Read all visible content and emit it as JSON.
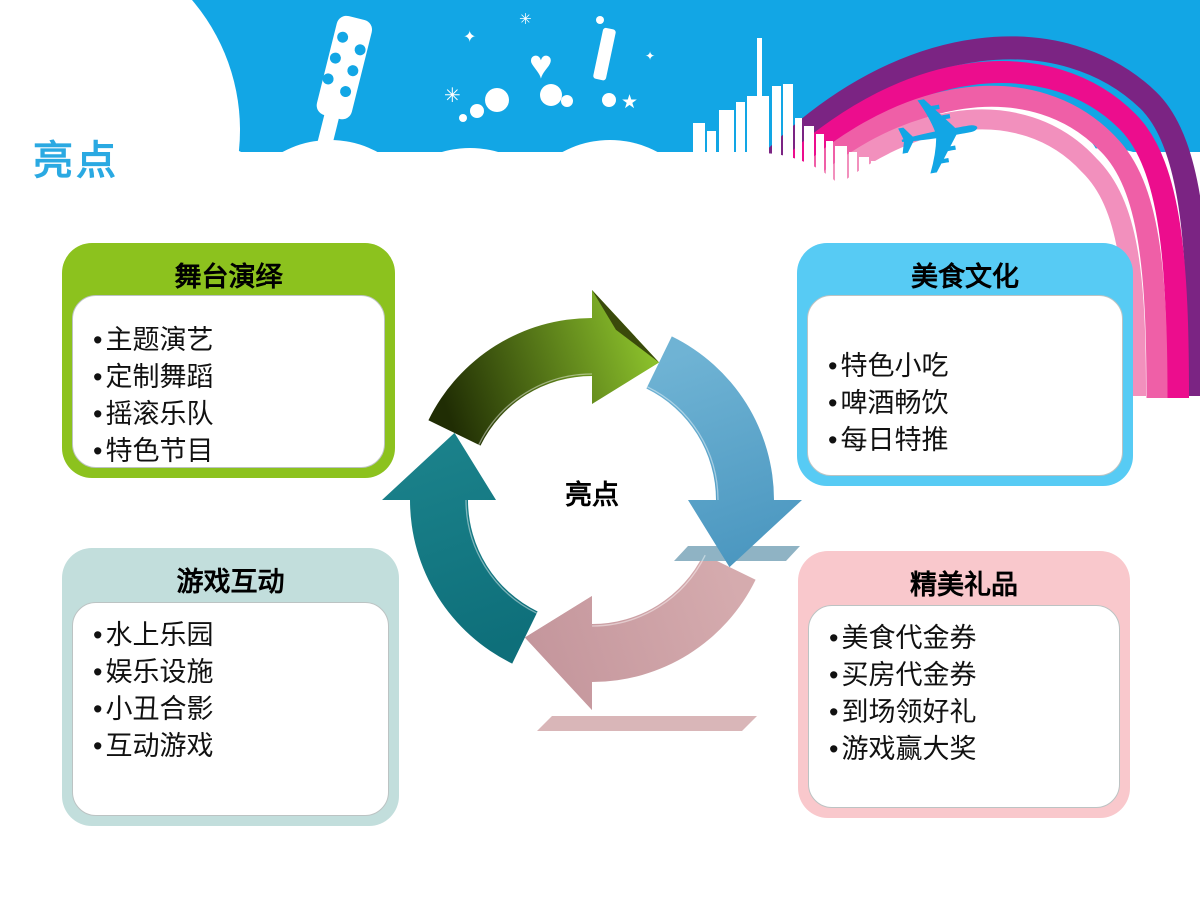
{
  "slide": {
    "title": "亮点",
    "title_color": "#2AA9E2",
    "background": "#FFFFFF"
  },
  "banner": {
    "sky_color": "#12A6E5",
    "rainbow_colors": [
      "#7B2483",
      "#EC0D8D",
      "#EF5FA7",
      "#F290BD"
    ],
    "glyphs": {
      "heart": "♥",
      "star": "★",
      "sparkle": "✳",
      "sparkle2": "✦",
      "plane": "✈"
    },
    "icons": [
      "cloud-icon",
      "guitar-icon",
      "heart-splash-icon",
      "city-skyline-icon",
      "airplane-icon",
      "rainbow-icon"
    ]
  },
  "diagram": {
    "center_label": "亮点",
    "arrows": [
      {
        "id": "stage",
        "tail_color": "#202D04",
        "head_color": "#8DC32C"
      },
      {
        "id": "food",
        "tail_color": "#6FB3D4",
        "head_color": "#4B97C0"
      },
      {
        "id": "gift",
        "tail_color": "#D5ABAE",
        "head_color": "#C4969C"
      },
      {
        "id": "game",
        "tail_color": "#0E6F7A",
        "head_color": "#1B828B"
      }
    ],
    "platform_colors": {
      "food": "#8FB3C4",
      "gift": "#D9B6B8"
    },
    "head_bevel_color": "#3A4A0B"
  },
  "boxes": [
    {
      "id": "stage",
      "title": "舞台演绎",
      "color": "#8CC21E",
      "items": [
        "主题演艺",
        "定制舞蹈",
        "摇滚乐队",
        "特色节目"
      ]
    },
    {
      "id": "food",
      "title": "美食文化",
      "color": "#57CBF4",
      "items": [
        "特色小吃",
        "啤酒畅饮",
        "每日特推"
      ]
    },
    {
      "id": "game",
      "title": "游戏互动",
      "color": "#C2DEDC",
      "items": [
        "水上乐园",
        "娱乐设施",
        "小丑合影",
        "互动游戏"
      ]
    },
    {
      "id": "gift",
      "title": "精美礼品",
      "color": "#F9C8CC",
      "items": [
        "美食代金券",
        "买房代金券",
        "到场领好礼",
        "游戏赢大奖"
      ]
    }
  ]
}
